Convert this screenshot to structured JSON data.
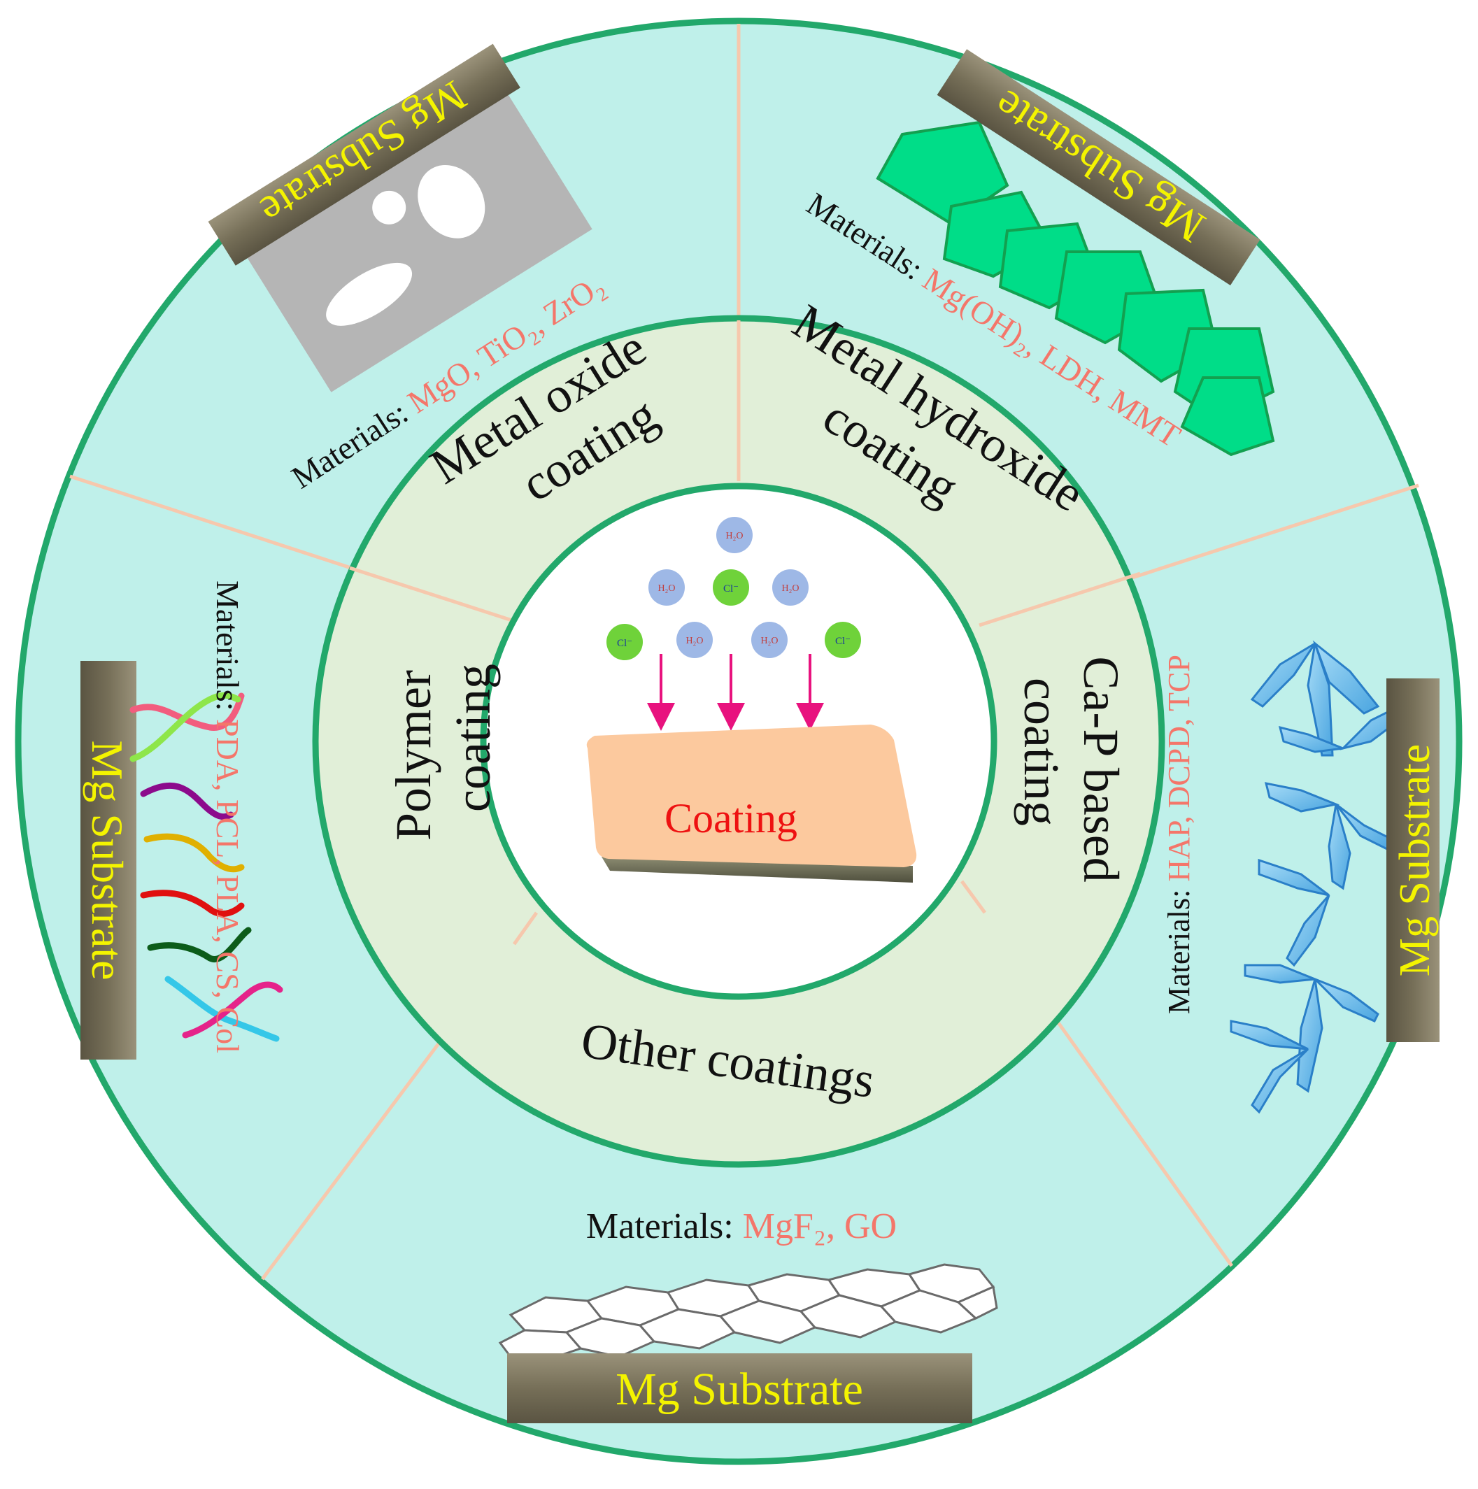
{
  "center": {
    "label": "Coating",
    "ions": [
      "H₂O",
      "H₂O",
      "Cl⁻",
      "H₂O",
      "Cl⁻",
      "H₂O",
      "H₂O",
      "Cl⁻"
    ]
  },
  "categories": [
    {
      "id": "metal-oxide",
      "name_lines": [
        "Metal oxide",
        "coating"
      ],
      "materials_prefix": "Materials: ",
      "materials": "MgO, TiO₂, ZrO₂",
      "substrate": "Mg Substrate",
      "icon": "porous-oxide-layer"
    },
    {
      "id": "metal-hydroxide",
      "name_lines": [
        "Metal hydroxide",
        "coating"
      ],
      "materials_prefix": "Materials: ",
      "materials": "Mg(OH)₂, LDH, MMT",
      "substrate": "Mg Substrate",
      "icon": "hexagonal-platelets"
    },
    {
      "id": "ca-p",
      "name_lines": [
        "Ca-P based",
        "coating"
      ],
      "materials_prefix": "Materials: ",
      "materials": "HAP, DCPD, TCP",
      "substrate": "Mg Substrate",
      "icon": "crystal-clusters"
    },
    {
      "id": "other",
      "name_lines": [
        "Other coatings"
      ],
      "materials_prefix": "Materials: ",
      "materials": "MgF₂, GO",
      "substrate": "Mg Substrate",
      "icon": "graphene-sheet"
    },
    {
      "id": "polymer",
      "name_lines": [
        "Polymer",
        "coating"
      ],
      "materials_prefix": "Materials: ",
      "materials": "PDA, PCL, PLA, CS, Col",
      "substrate": "Mg Substrate",
      "icon": "polymer-chains"
    }
  ],
  "colors": {
    "outer_fill": "#bff0ea",
    "ring_fill": "#e1efd8",
    "ring_stroke": "#22a86b",
    "divider": "#f6c8ad",
    "materials_highlight": "#f4766a",
    "substrate_bar": "#7c7560",
    "substrate_text": "#f4f400",
    "coating_block": "#fcc99e",
    "coating_text": "#ee1111",
    "water_ion": "#9eb8e6",
    "chloride_ion": "#6fd23a",
    "arrow": "#e8127e"
  }
}
